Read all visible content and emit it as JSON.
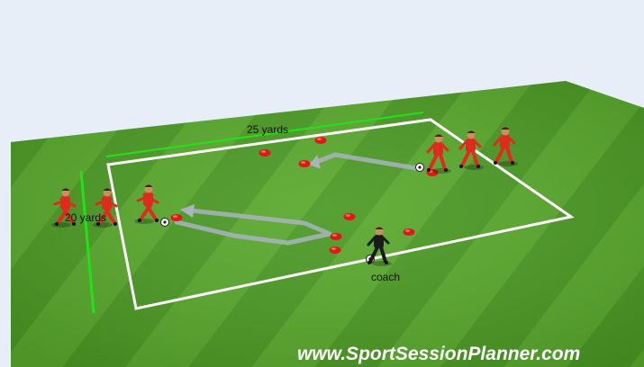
{
  "diagram": {
    "width_label": "25 yards",
    "length_label": "20 yards",
    "coach_label": "coach",
    "watermark": "www.SportSessionPlanner.com"
  },
  "colors": {
    "sky": "#e7eef7",
    "grass_light": "#58a82c",
    "grass_dark": "#3f8d1d",
    "boundary_line": "#ffffff",
    "marker_line": "#22e21a",
    "player_kit": "#e12a1e",
    "coach_kit": "#1a1a1a",
    "cone": "#e01818",
    "run_arrow": "#a9b4be"
  },
  "icons": {
    "player": "player-icon",
    "coach": "coach-icon",
    "cone": "cone-icon",
    "ball": "ball-icon",
    "arrow": "run-arrow-icon"
  }
}
